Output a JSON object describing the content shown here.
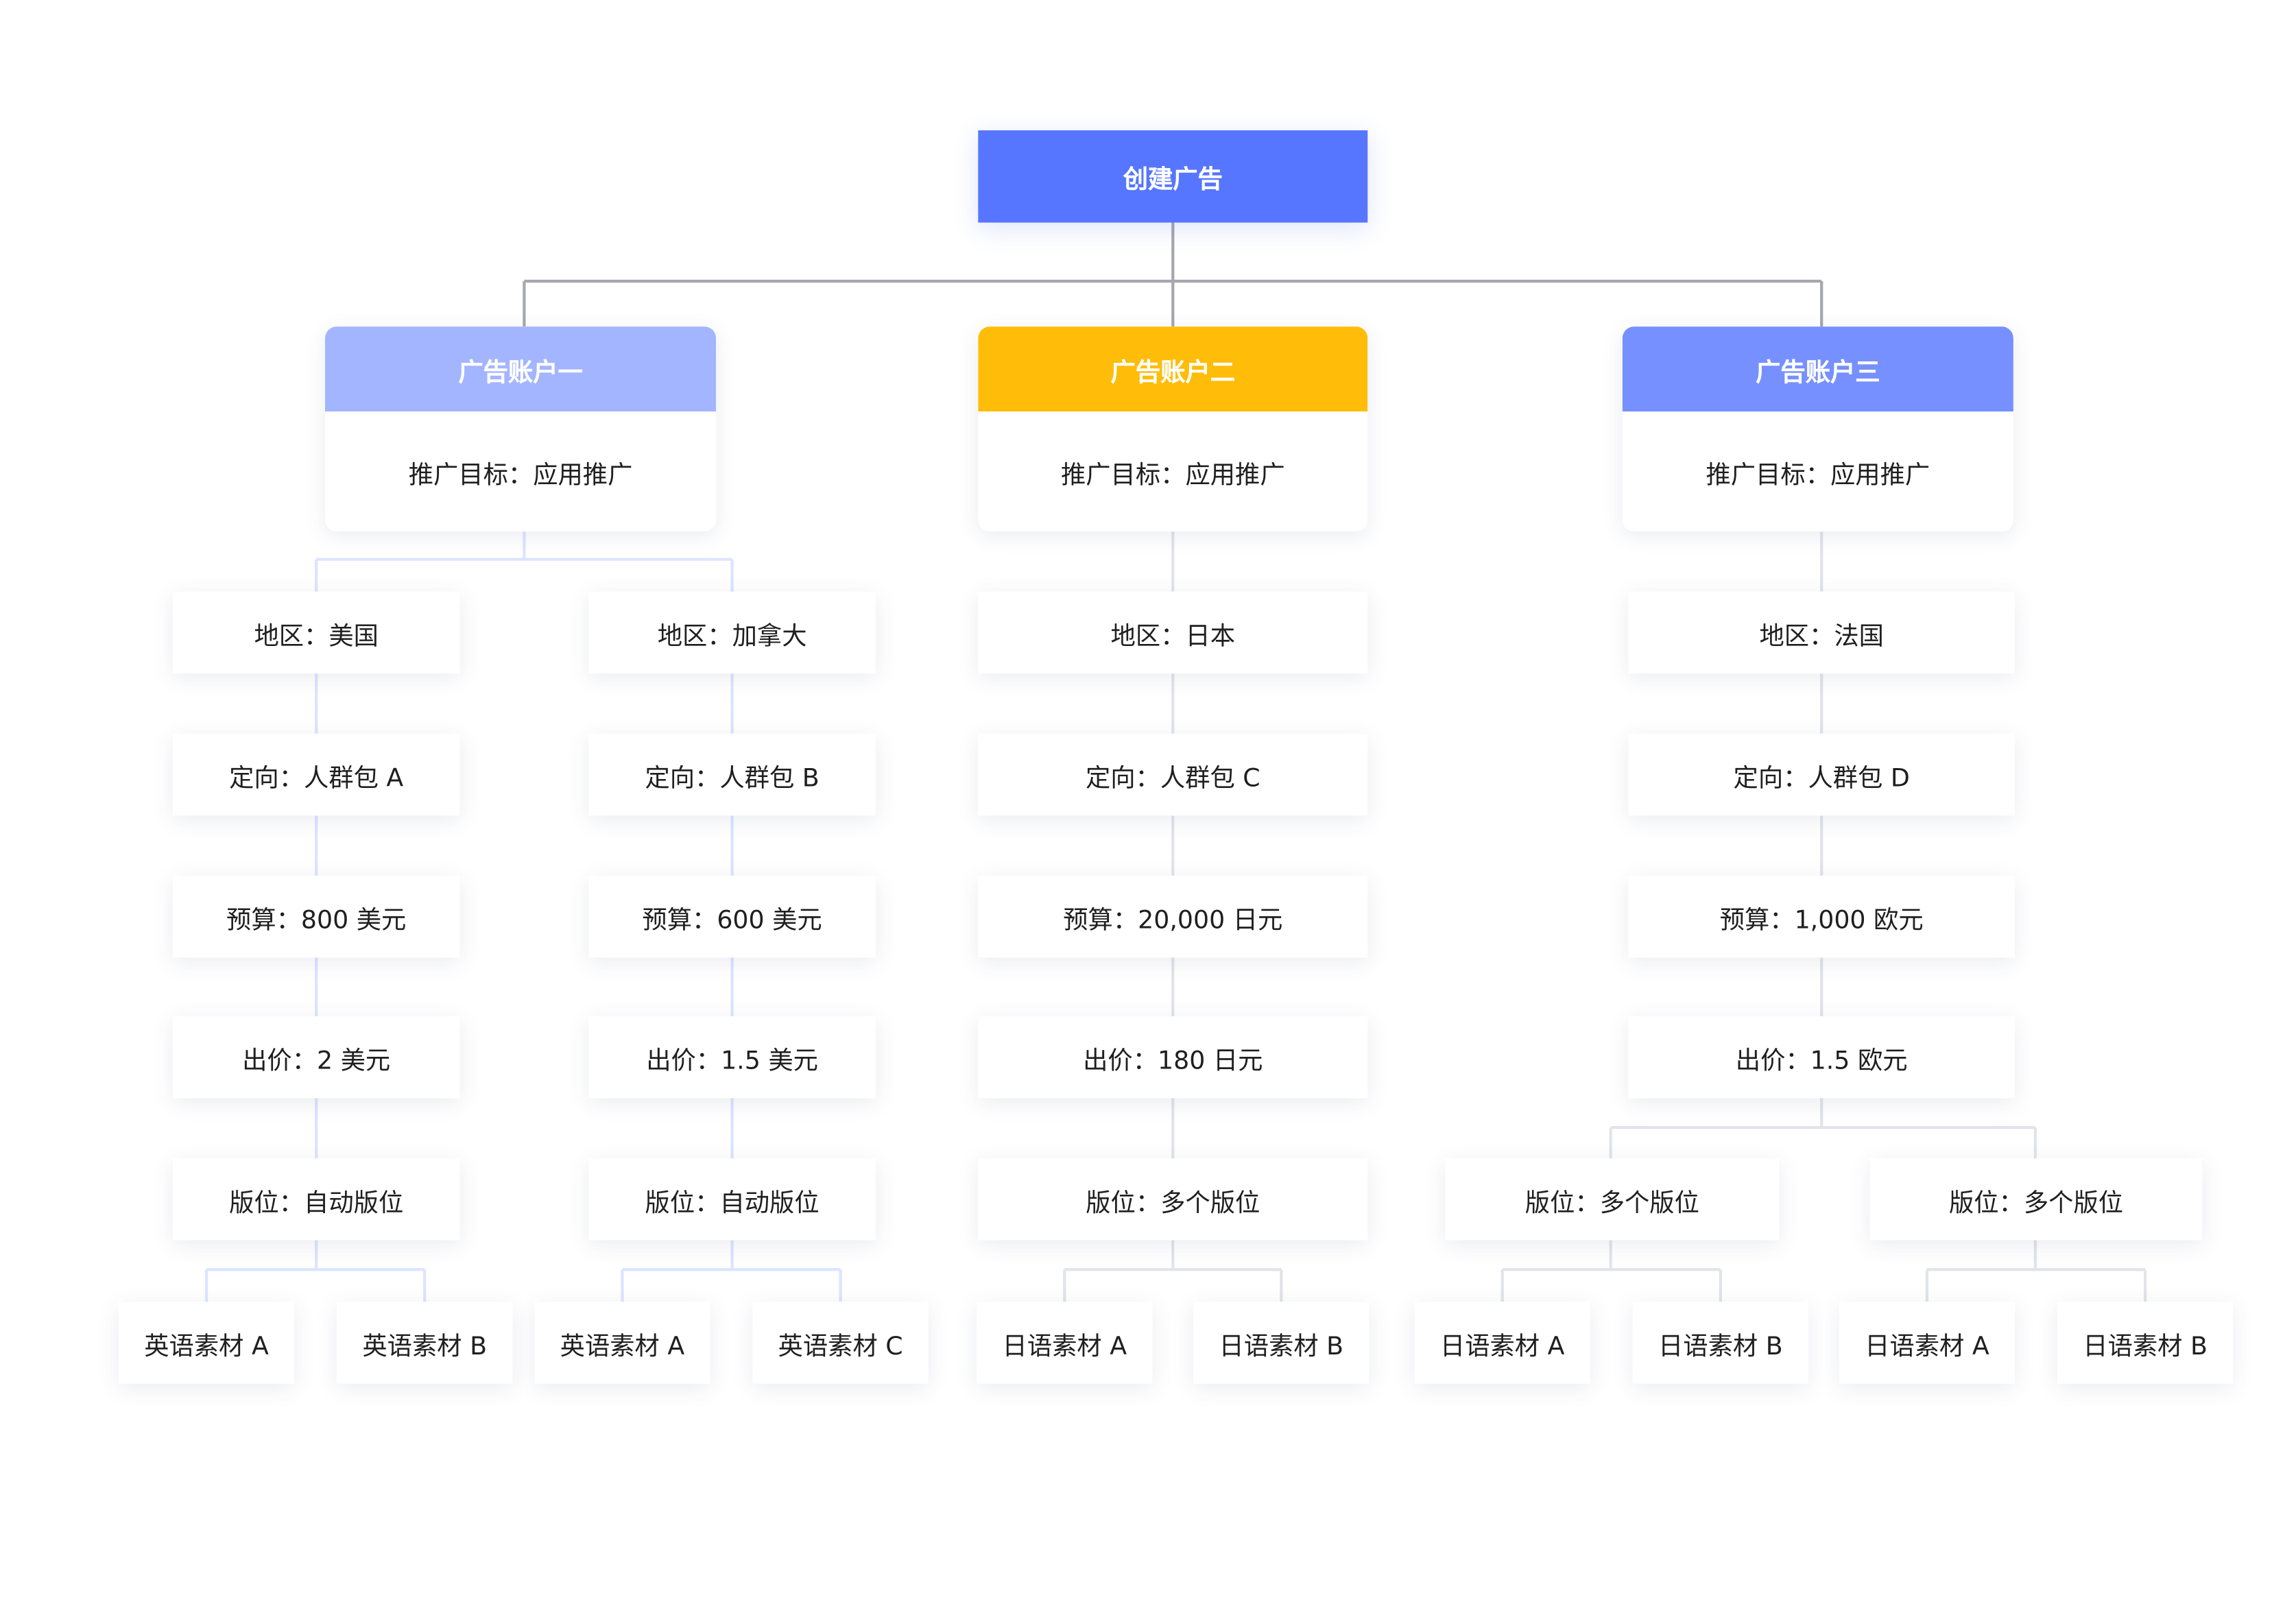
{
  "root": {
    "label": "创建广告",
    "color": "#5676FF"
  },
  "accounts": [
    {
      "title": "广告账户一",
      "goal": "推广目标：应用推广",
      "header_color": "#A4B5FF",
      "regions": [
        {
          "region": "地区：美国",
          "targeting": "定向：人群包 A",
          "budget": "预算：800 美元",
          "bid": "出价：2 美元",
          "placements": [
            {
              "label": "版位：自动版位",
              "materials": [
                "英语素材 A",
                "英语素材 B"
              ]
            }
          ]
        },
        {
          "region": "地区：加拿大",
          "targeting": "定向：人群包 B",
          "budget": "预算：600 美元",
          "bid": "出价：1.5 美元",
          "placements": [
            {
              "label": "版位：自动版位",
              "materials": [
                "英语素材 A",
                "英语素材 C"
              ]
            }
          ]
        }
      ]
    },
    {
      "title": "广告账户二",
      "goal": "推广目标：应用推广",
      "header_color": "#FFBD0A",
      "regions": [
        {
          "region": "地区：日本",
          "targeting": "定向：人群包 C",
          "budget": "预算：20,000 日元",
          "bid": "出价：180 日元",
          "placements": [
            {
              "label": "版位：多个版位",
              "materials": [
                "日语素材 A",
                "日语素材 B"
              ]
            }
          ]
        }
      ]
    },
    {
      "title": "广告账户三",
      "goal": "推广目标：应用推广",
      "header_color": "#7690FF",
      "regions": [
        {
          "region": "地区：法国",
          "targeting": "定向：人群包 D",
          "budget": "预算：1,000 欧元",
          "bid": "出价：1.5 欧元",
          "placements": [
            {
              "label": "版位：多个版位",
              "materials": [
                "日语素材 A",
                "日语素材 B"
              ]
            },
            {
              "label": "版位：多个版位",
              "materials": [
                "日语素材 A",
                "日语素材 B"
              ]
            }
          ]
        }
      ]
    }
  ],
  "colors": {
    "main_connector": "#A5A8AE",
    "blue_connector": "#DCE5FF",
    "gray_connector": "#E1E4EA"
  }
}
